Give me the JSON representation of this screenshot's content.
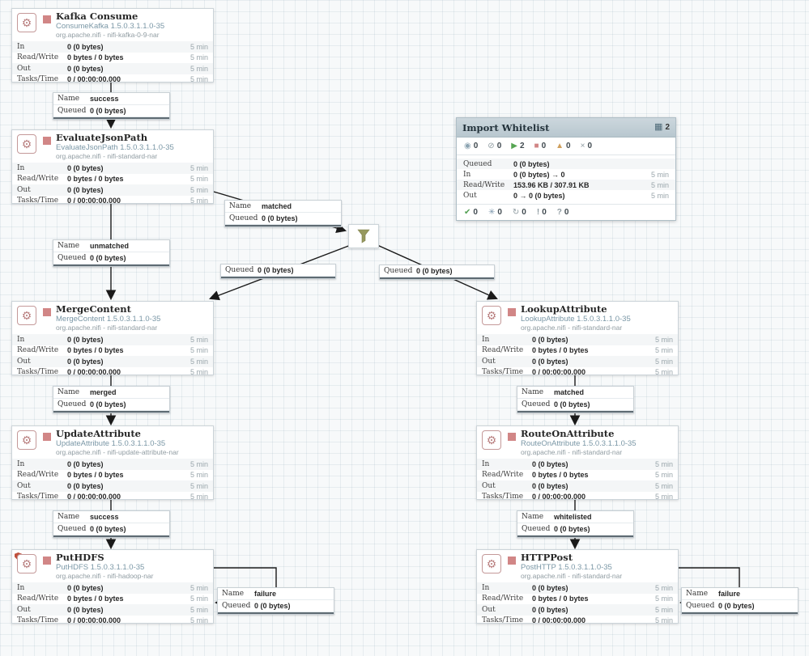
{
  "colors": {
    "stopped_red": "#d18686",
    "running_green": "#56a552",
    "invalid_amber": "#cf9f5d",
    "type_text": "#7a97a6",
    "group_header": "#bfccd4",
    "restricted_red": "#c0503c"
  },
  "icons": {
    "processor_glyph": "⚙",
    "group_badge_glyph": "▦"
  },
  "labels": {
    "name": "Name",
    "queued": "Queued"
  },
  "processors": [
    {
      "name": "Kafka Consume",
      "type": "ConsumeKafka 1.5.0.3.1.1.0-35",
      "bundle": "org.apache.nifi - nifi-kafka-0-9-nar",
      "rows": [
        {
          "label": "In",
          "value": "0 (0 bytes)",
          "time": "5 min"
        },
        {
          "label": "Read/Write",
          "value": "0 bytes / 0 bytes",
          "time": "5 min"
        },
        {
          "label": "Out",
          "value": "0 (0 bytes)",
          "time": "5 min"
        },
        {
          "label": "Tasks/Time",
          "value": "0 / 00:00:00.000",
          "time": "5 min"
        }
      ]
    },
    {
      "name": "EvaluateJsonPath",
      "type": "EvaluateJsonPath 1.5.0.3.1.1.0-35",
      "bundle": "org.apache.nifi - nifi-standard-nar",
      "rows": [
        {
          "label": "In",
          "value": "0 (0 bytes)",
          "time": "5 min"
        },
        {
          "label": "Read/Write",
          "value": "0 bytes / 0 bytes",
          "time": "5 min"
        },
        {
          "label": "Out",
          "value": "0 (0 bytes)",
          "time": "5 min"
        },
        {
          "label": "Tasks/Time",
          "value": "0 / 00:00:00.000",
          "time": "5 min"
        }
      ]
    },
    {
      "name": "MergeContent",
      "type": "MergeContent 1.5.0.3.1.1.0-35",
      "bundle": "org.apache.nifi - nifi-standard-nar",
      "rows": [
        {
          "label": "In",
          "value": "0 (0 bytes)",
          "time": "5 min"
        },
        {
          "label": "Read/Write",
          "value": "0 bytes / 0 bytes",
          "time": "5 min"
        },
        {
          "label": "Out",
          "value": "0 (0 bytes)",
          "time": "5 min"
        },
        {
          "label": "Tasks/Time",
          "value": "0 / 00:00:00.000",
          "time": "5 min"
        }
      ]
    },
    {
      "name": "UpdateAttribute",
      "type": "UpdateAttribute 1.5.0.3.1.1.0-35",
      "bundle": "org.apache.nifi - nifi-update-attribute-nar",
      "rows": [
        {
          "label": "In",
          "value": "0 (0 bytes)",
          "time": "5 min"
        },
        {
          "label": "Read/Write",
          "value": "0 bytes / 0 bytes",
          "time": "5 min"
        },
        {
          "label": "Out",
          "value": "0 (0 bytes)",
          "time": "5 min"
        },
        {
          "label": "Tasks/Time",
          "value": "0 / 00:00:00.000",
          "time": "5 min"
        }
      ]
    },
    {
      "name": "PutHDFS",
      "type": "PutHDFS 1.5.0.3.1.1.0-35",
      "bundle": "org.apache.nifi - nifi-hadoop-nar",
      "restricted": true,
      "rows": [
        {
          "label": "In",
          "value": "0 (0 bytes)",
          "time": "5 min"
        },
        {
          "label": "Read/Write",
          "value": "0 bytes / 0 bytes",
          "time": "5 min"
        },
        {
          "label": "Out",
          "value": "0 (0 bytes)",
          "time": "5 min"
        },
        {
          "label": "Tasks/Time",
          "value": "0 / 00:00:00.000",
          "time": "5 min"
        }
      ]
    },
    {
      "name": "LookupAttribute",
      "type": "LookupAttribute 1.5.0.3.1.1.0-35",
      "bundle": "org.apache.nifi - nifi-standard-nar",
      "rows": [
        {
          "label": "In",
          "value": "0 (0 bytes)",
          "time": "5 min"
        },
        {
          "label": "Read/Write",
          "value": "0 bytes / 0 bytes",
          "time": "5 min"
        },
        {
          "label": "Out",
          "value": "0 (0 bytes)",
          "time": "5 min"
        },
        {
          "label": "Tasks/Time",
          "value": "0 / 00:00:00.000",
          "time": "5 min"
        }
      ]
    },
    {
      "name": "RouteOnAttribute",
      "type": "RouteOnAttribute 1.5.0.3.1.1.0-35",
      "bundle": "org.apache.nifi - nifi-standard-nar",
      "rows": [
        {
          "label": "In",
          "value": "0 (0 bytes)",
          "time": "5 min"
        },
        {
          "label": "Read/Write",
          "value": "0 bytes / 0 bytes",
          "time": "5 min"
        },
        {
          "label": "Out",
          "value": "0 (0 bytes)",
          "time": "5 min"
        },
        {
          "label": "Tasks/Time",
          "value": "0 / 00:00:00.000",
          "time": "5 min"
        }
      ]
    },
    {
      "name": "HTTPPost",
      "type": "PostHTTP 1.5.0.3.1.1.0-35",
      "bundle": "org.apache.nifi - nifi-standard-nar",
      "rows": [
        {
          "label": "In",
          "value": "0 (0 bytes)",
          "time": "5 min"
        },
        {
          "label": "Read/Write",
          "value": "0 bytes / 0 bytes",
          "time": "5 min"
        },
        {
          "label": "Out",
          "value": "0 (0 bytes)",
          "time": "5 min"
        },
        {
          "label": "Tasks/Time",
          "value": "0 / 00:00:00.000",
          "time": "5 min"
        }
      ]
    }
  ],
  "connections": [
    {
      "name": "success",
      "queued": "0 (0 bytes)"
    },
    {
      "name": "matched",
      "queued": "0 (0 bytes)"
    },
    {
      "name": "unmatched",
      "queued": "0 (0 bytes)"
    },
    {
      "name": "merged",
      "queued": "0 (0 bytes)"
    },
    {
      "name": "success",
      "queued": "0 (0 bytes)"
    },
    {
      "name": "matched",
      "queued": "0 (0 bytes)"
    },
    {
      "name": "whitelisted",
      "queued": "0 (0 bytes)"
    },
    {
      "name": "failure",
      "queued": "0 (0 bytes)"
    },
    {
      "name": "failure",
      "queued": "0 (0 bytes)"
    }
  ],
  "queue_only": [
    {
      "queued": "0 (0 bytes)"
    },
    {
      "queued": "0 (0 bytes)"
    }
  ],
  "process_group": {
    "title": "Import Whitelist",
    "header_badge_count": "2",
    "states": [
      {
        "id": "transmitting",
        "glyph": "◉",
        "count": "0"
      },
      {
        "id": "not-transmitting",
        "glyph": "⊘",
        "count": "0"
      },
      {
        "id": "running",
        "glyph": "▶",
        "count": "2"
      },
      {
        "id": "stopped",
        "glyph": "■",
        "count": "0"
      },
      {
        "id": "invalid",
        "glyph": "▲",
        "count": "0"
      },
      {
        "id": "disabled",
        "glyph": "×",
        "count": "0"
      }
    ],
    "stats": [
      {
        "label": "Queued",
        "value": "0 (0 bytes)",
        "time": ""
      },
      {
        "label": "In",
        "value": "0 (0 bytes) → 0",
        "time": "5 min"
      },
      {
        "label": "Read/Write",
        "value": "153.96 KB / 307.91 KB",
        "time": "5 min"
      },
      {
        "label": "Out",
        "value": "0 → 0 (0 bytes)",
        "time": "5 min"
      }
    ],
    "footer": [
      {
        "id": "up-to-date",
        "glyph": "✔",
        "count": "0"
      },
      {
        "id": "locally-modified",
        "glyph": "✳",
        "count": "0"
      },
      {
        "id": "stale",
        "glyph": "↻",
        "count": "0"
      },
      {
        "id": "sync-failure",
        "glyph": "!",
        "count": "0"
      },
      {
        "id": "questionable",
        "glyph": "?",
        "count": "0"
      }
    ]
  }
}
